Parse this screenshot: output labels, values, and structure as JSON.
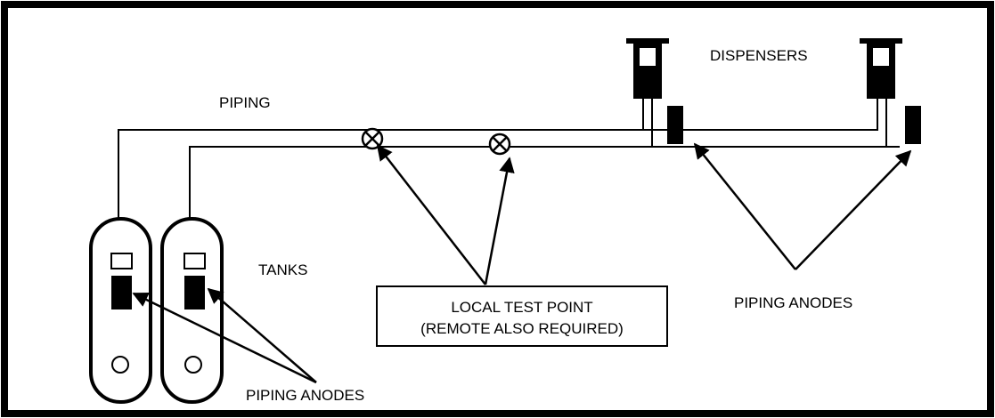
{
  "labels": {
    "piping": "PIPING",
    "dispensers": "DISPENSERS",
    "tanks": "TANKS",
    "test_point_line1": "LOCAL TEST POINT",
    "test_point_line2": "(REMOTE ALSO REQUIRED)",
    "piping_anodes_right": "PIPING ANODES",
    "piping_anodes_bottom": "PIPING ANODES"
  },
  "colors": {
    "stroke": "#000000",
    "background": "#ffffff"
  },
  "icons": {
    "test_point": "circle-x-icon",
    "anode": "filled-rectangle",
    "dispenser": "dispenser-icon",
    "tank": "tank-icon"
  }
}
